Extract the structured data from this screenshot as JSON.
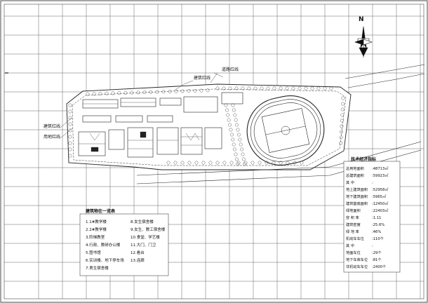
{
  "compass": {
    "north_label": "N"
  },
  "plan_labels": {
    "building_redline": "建筑红线",
    "road_redline": "道路红线",
    "building_redline_left": "建筑红线",
    "land_redline_left": "用地红线"
  },
  "legend": {
    "title": "建筑物在一览表",
    "items": [
      "1.1#教学楼",
      "2.2#教学楼",
      "3.阶梯教室",
      "4.行政、教研办公楼",
      "5.图书馆",
      "6.实训楼、地下停车场",
      "7.男生宿舍楼",
      "8.女生宿舍楼",
      "9.女生、教工宿舍楼",
      "10.食堂、学艺楼",
      "11.大门、门卫",
      "12.看台",
      "13.连廊"
    ]
  },
  "tech_table": {
    "title": "技术经济指标",
    "rows": [
      {
        "label": "总用地面积",
        "value": ":48713㎡"
      },
      {
        "label": "总建筑面积",
        "value": ":59923㎡"
      },
      {
        "label": "其 中",
        "value": ":"
      },
      {
        "label": "地上建筑面积",
        "value": ":52958㎡"
      },
      {
        "label": "地下建筑面积",
        "value": ":5965㎡"
      },
      {
        "label": "建筑基底面积",
        "value": ":12450㎡"
      },
      {
        "label": "绿地面积",
        "value": ":22403㎡"
      },
      {
        "label": "容 积 率",
        "value": ":1.11"
      },
      {
        "label": "建筑密度",
        "value": ":25.6%"
      },
      {
        "label": "绿 地 率",
        "value": ":46%"
      },
      {
        "label": "机动车车位",
        "value": ":110个"
      },
      {
        "label": "其 中",
        "value": ":"
      },
      {
        "label": "地面车位",
        "value": ":29个"
      },
      {
        "label": "地下车库车位",
        "value": ":81个"
      },
      {
        "label": "非机动车车位",
        "value": ":2400个"
      }
    ]
  }
}
